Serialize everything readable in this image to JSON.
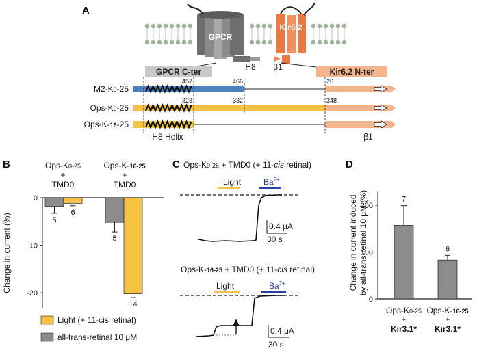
{
  "panels": {
    "a": "A",
    "b": "B",
    "c": "C",
    "d": "D"
  },
  "schematic": {
    "gpcr_label": "GPCR",
    "kir_label": "Kir6.2",
    "h8_label": "H8",
    "beta1_label": "β1",
    "cter_label": "GPCR C-ter",
    "nter_label": "Kir6.2 N-ter",
    "h8_helix_label": "H8 Helix",
    "beta1_bottom": "β1",
    "constructs": [
      {
        "name_a": "M2-K",
        "name_b": "0",
        "name_c": "-25",
        "n1": "457",
        "n2": "466",
        "n3": "26",
        "color": "#4e81bd"
      },
      {
        "name_a": "Ops-K",
        "name_b": "0",
        "name_c": "-25",
        "n1": "323",
        "n2": "332",
        "n3": "348",
        "color": "#f6c244"
      },
      {
        "name_a": "Ops-K-",
        "name_b": "16",
        "name_c": "-25",
        "n1": "",
        "n2": "",
        "n3": "",
        "color": "#f6c244"
      }
    ],
    "colors": {
      "gpcr": "#7a7a7a",
      "kir": "#ee8a55",
      "kir_light": "#f3b48e",
      "ops": "#f6c244",
      "m2": "#4e81bd",
      "header": "#c8c8c8"
    }
  },
  "panel_b": {
    "title_left": [
      "Ops-K",
      "0-25",
      "+",
      "TMD0"
    ],
    "title_right": [
      "Ops-K-",
      "16-25",
      "+",
      "TMD0"
    ],
    "ylabel": "Change in current (%)",
    "legend_light": "Light (+ 11-cis retinal)",
    "legend_trans": "all-trans-retinal 10 μM",
    "colors": {
      "light": "#f6c244",
      "trans": "#8c8c8c"
    }
  },
  "chart_data": [
    {
      "type": "bar",
      "categories": [
        "Ops-K0-25 + TMD0",
        "Ops-K-16-25 + TMD0"
      ],
      "series": [
        {
          "name": "all-trans-retinal 10 μM",
          "values": [
            -1.8,
            -5.2
          ],
          "errors": [
            1.5,
            2.0
          ],
          "n": [
            "5",
            "5"
          ]
        },
        {
          "name": "Light (+ 11-cis retinal)",
          "values": [
            -1.2,
            -20.2
          ],
          "errors": [
            0.5,
            0.8
          ],
          "n": [
            "6",
            "14"
          ]
        }
      ],
      "ylabel": "Change in current (%)",
      "ylim": [
        -23,
        0
      ],
      "yticks": [
        "0",
        "-10",
        "-20"
      ]
    },
    {
      "type": "bar",
      "categories": [
        "Ops-K0-25 + Kir3.1*",
        "Ops-K-16-25 + Kir3.1*"
      ],
      "values": [
        157,
        83
      ],
      "errors": [
        42,
        10
      ],
      "n": [
        "7",
        "6"
      ],
      "ylabel": "Change in current induced by all-trans-retinal 10 μM (%)",
      "ylim": [
        0,
        230
      ],
      "yticks": [
        "0",
        "100",
        "200"
      ]
    }
  ],
  "panel_c": {
    "trace1_title": [
      "Ops-K",
      "0-25",
      " + TMD0 (+ 11-",
      "cis",
      " retinal)"
    ],
    "trace2_title": [
      "Ops-K-",
      "16-25",
      " + TMD0 (+ 11-",
      "cis",
      " retinal)"
    ],
    "light_label": "Light",
    "ba_label": "Ba",
    "ba_sup": "2+",
    "scale_current": "0.4 μA",
    "scale_time": "30 s"
  },
  "panel_d": {
    "ylabel_1": "Change in current induced",
    "ylabel_2": "by all-trans-retinal 10 μM (%)",
    "cat1": [
      "Ops-K",
      "0-25",
      "+",
      "Kir3.1*"
    ],
    "cat2": [
      "Ops-K-",
      "16-25",
      "+",
      "Kir3.1*"
    ],
    "color": "#8c8c8c"
  }
}
